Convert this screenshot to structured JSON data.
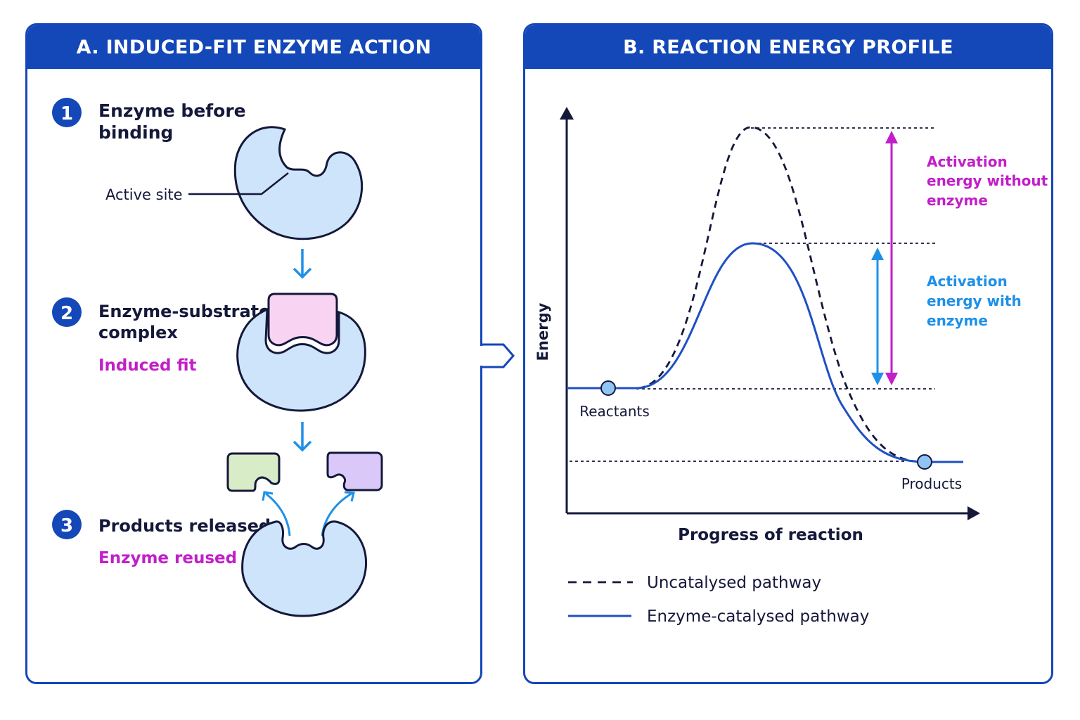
{
  "panel_a": {
    "title": "A. INDUCED-FIT ENZYME ACTION",
    "steps": [
      {
        "number": "1",
        "line1": "Enzyme before",
        "line2": "binding"
      },
      {
        "number": "2",
        "line1": "Enzyme-substrate",
        "line2": "complex",
        "note": "Induced fit"
      },
      {
        "number": "3",
        "line1": "Products released",
        "note": "Enzyme reused"
      }
    ],
    "active_site_label": "Active site"
  },
  "panel_b": {
    "title": "B. REACTION ENERGY PROFILE",
    "y_axis_label": "Energy",
    "x_axis_label": "Progress of reaction",
    "reactants_label": "Reactants",
    "products_label": "Products",
    "ea_without": [
      "Activation",
      "energy without",
      "enzyme"
    ],
    "ea_with": [
      "Activation",
      "energy with",
      "enzyme"
    ],
    "legend": [
      {
        "label": "Uncatalysed pathway",
        "style": "dashed"
      },
      {
        "label": "Enzyme-catalysed pathway",
        "style": "solid"
      }
    ]
  },
  "colors": {
    "header_blue": "#1447b8",
    "enzyme_fill": "#cde4fb",
    "outline": "#14183a",
    "arrow_blue": "#1e90e8",
    "magenta": "#c21ec9",
    "substrate_pink": "#f8d3f2",
    "product_green": "#d8ecc8",
    "product_purple": "#d9c8f8",
    "catalysed_line": "#1f4fc4"
  }
}
